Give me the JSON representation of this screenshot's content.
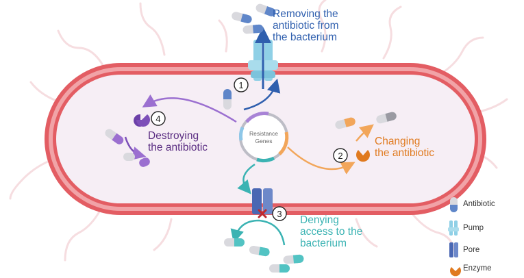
{
  "labels": {
    "pump": [
      "Removing the",
      "antibiotic from",
      "the bacterium"
    ],
    "destroy": [
      "Destroying",
      "the antibiotic"
    ],
    "change": [
      "Changing",
      "the antibiotic"
    ],
    "deny": [
      "Denying",
      "access to the",
      "bacterium"
    ],
    "genes": [
      "Resistance",
      "Genes"
    ]
  },
  "steps": [
    "1",
    "2",
    "3",
    "4"
  ],
  "legend": [
    "Antibiotic",
    "Pump",
    "Pore",
    "Enzyme"
  ],
  "colors": {
    "membrane": "#e35d63",
    "cytoplasm": "#f6eef5",
    "pump_arrow": "#2f5fae",
    "destroy_arrow": "#9b6fd0",
    "change_arrow": "#f2a65a",
    "deny_arrow": "#3bb3b3"
  }
}
